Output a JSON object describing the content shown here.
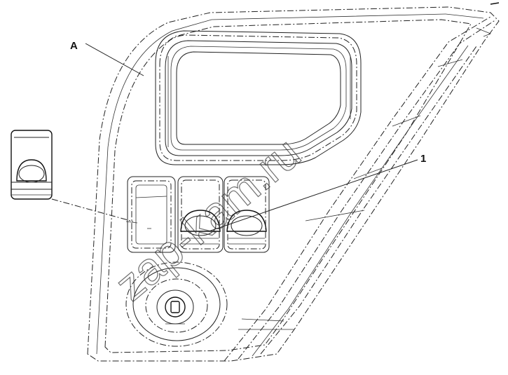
{
  "labels": {
    "panel": "A",
    "switch": "1"
  },
  "watermark": {
    "text": "zap-kam.ru"
  },
  "colors": {
    "line": "#222222",
    "background": "#ffffff"
  }
}
